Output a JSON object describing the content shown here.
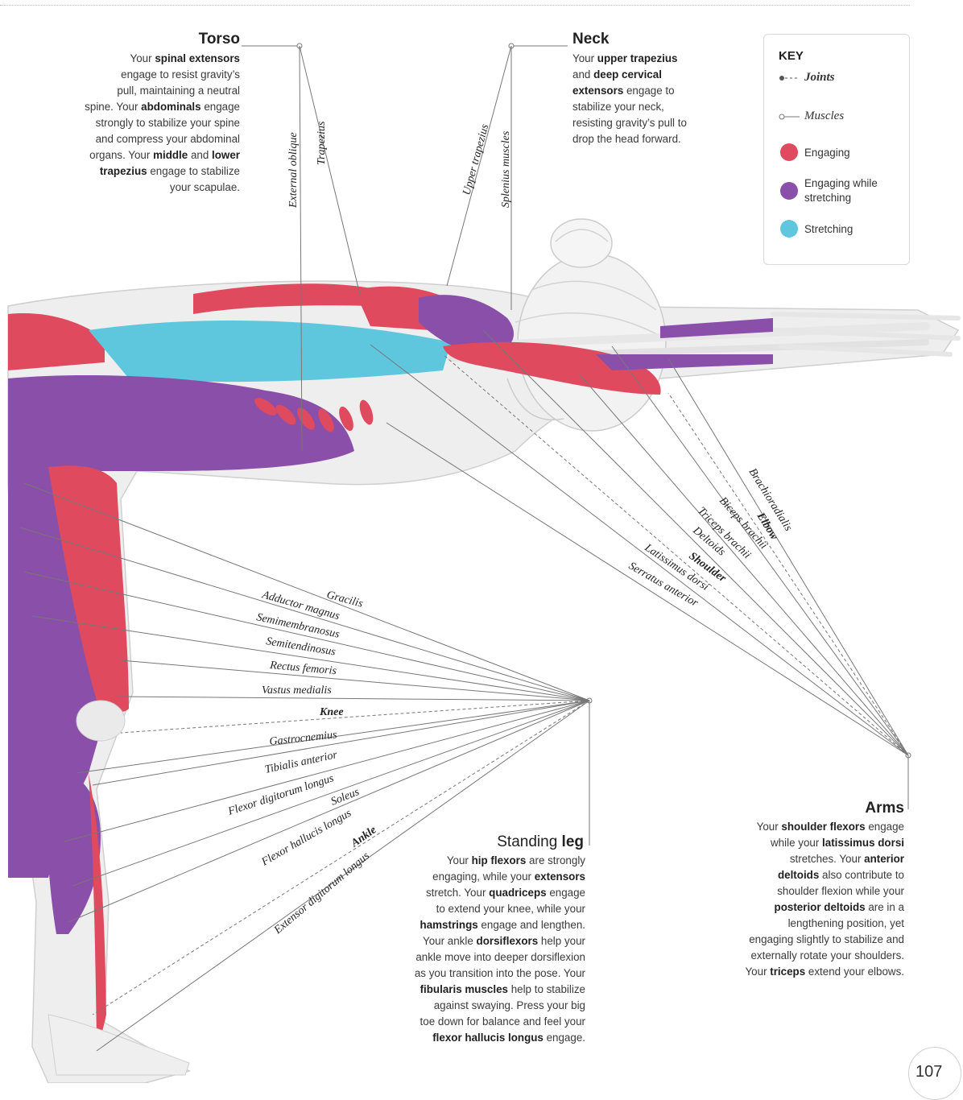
{
  "page_number": "107",
  "key": {
    "title": "KEY",
    "joints_label": "Joints",
    "muscles_label": "Muscles",
    "engaging_label": "Engaging",
    "engaging_stretching_line1": "Engaging while",
    "engaging_stretching_line2": "stretching",
    "stretching_label": "Stretching",
    "colors": {
      "engaging": "#e04a5f",
      "engaging_stretching": "#8a4fa8",
      "stretching": "#5fc7dd"
    }
  },
  "torso": {
    "title": "Torso",
    "lines": [
      [
        {
          "t": "Your "
        },
        {
          "t": "spinal extensors",
          "b": true
        }
      ],
      [
        {
          "t": "engage to resist gravity’s"
        }
      ],
      [
        {
          "t": "pull, maintaining a neutral"
        }
      ],
      [
        {
          "t": "spine. Your "
        },
        {
          "t": "abdominals",
          "b": true
        },
        {
          "t": " engage"
        }
      ],
      [
        {
          "t": "strongly to stabilize your spine"
        }
      ],
      [
        {
          "t": "and compress your abdominal"
        }
      ],
      [
        {
          "t": "organs. Your "
        },
        {
          "t": "middle",
          "b": true
        },
        {
          "t": " and "
        },
        {
          "t": "lower",
          "b": true
        }
      ],
      [
        {
          "t": "trapezius",
          "b": true
        },
        {
          "t": " engage to stabilize"
        }
      ],
      [
        {
          "t": "your scapulae."
        }
      ]
    ]
  },
  "neck": {
    "title": "Neck",
    "lines": [
      [
        {
          "t": "Your "
        },
        {
          "t": "upper trapezius",
          "b": true
        }
      ],
      [
        {
          "t": "and "
        },
        {
          "t": "deep cervical",
          "b": true
        }
      ],
      [
        {
          "t": "extensors",
          "b": true
        },
        {
          "t": " engage to"
        }
      ],
      [
        {
          "t": "stabilize your neck,"
        }
      ],
      [
        {
          "t": "resisting gravity’s pull to"
        }
      ],
      [
        {
          "t": "drop the head forward."
        }
      ]
    ]
  },
  "arms": {
    "title": "Arms",
    "lines": [
      [
        {
          "t": "Your "
        },
        {
          "t": "shoulder flexors",
          "b": true
        },
        {
          "t": " engage"
        }
      ],
      [
        {
          "t": "while your "
        },
        {
          "t": "latissimus dorsi",
          "b": true
        }
      ],
      [
        {
          "t": "stretches. Your "
        },
        {
          "t": "anterior",
          "b": true
        }
      ],
      [
        {
          "t": "deltoids",
          "b": true
        },
        {
          "t": " also contribute to"
        }
      ],
      [
        {
          "t": "shoulder flexion while your"
        }
      ],
      [
        {
          "t": "posterior deltoids",
          "b": true
        },
        {
          "t": " are in a"
        }
      ],
      [
        {
          "t": "lengthening position, yet"
        }
      ],
      [
        {
          "t": "engaging slightly to stabilize and"
        }
      ],
      [
        {
          "t": "externally rotate your shoulders."
        }
      ],
      [
        {
          "t": "Your "
        },
        {
          "t": "triceps",
          "b": true
        },
        {
          "t": " extend your elbows."
        }
      ]
    ]
  },
  "leg": {
    "title_light": "Standing ",
    "title_bold": "leg",
    "lines": [
      [
        {
          "t": "Your "
        },
        {
          "t": "hip flexors",
          "b": true
        },
        {
          "t": " are strongly"
        }
      ],
      [
        {
          "t": "engaging, while your "
        },
        {
          "t": "extensors",
          "b": true
        }
      ],
      [
        {
          "t": "stretch. Your "
        },
        {
          "t": "quadriceps",
          "b": true
        },
        {
          "t": " engage"
        }
      ],
      [
        {
          "t": "to extend your knee, while your"
        }
      ],
      [
        {
          "t": "hamstrings",
          "b": true
        },
        {
          "t": " engage and lengthen."
        }
      ],
      [
        {
          "t": "Your ankle "
        },
        {
          "t": "dorsiflexors",
          "b": true
        },
        {
          "t": " help your"
        }
      ],
      [
        {
          "t": "ankle move into deeper dorsiflexion"
        }
      ],
      [
        {
          "t": "as you transition into the pose. Your"
        }
      ],
      [
        {
          "t": "fibularis muscles",
          "b": true
        },
        {
          "t": " help to stabilize"
        }
      ],
      [
        {
          "t": "against swaying. Press your big"
        }
      ],
      [
        {
          "t": "toe down for balance and feel your"
        }
      ],
      [
        {
          "t": "flexor hallucis longus",
          "b": true
        },
        {
          "t": " engage."
        }
      ]
    ]
  },
  "labels": {
    "external_oblique": "External oblique",
    "trapezius": "Trapezius",
    "upper_trapezius": "Upper trapezius",
    "splenius_muscles": "Splenius muscles",
    "brachioradialis": "Brachioradialis",
    "elbow": "Elbow",
    "biceps_brachii": "Biceps brachii",
    "triceps_brachii": "Triceps brachii",
    "deltoids": "Deltoids",
    "shoulder": "Shoulder",
    "latissimus_dorsi": "Latissimus dorsi",
    "serratus_anterior": "Serratus anterior",
    "gracilis": "Gracilis",
    "adductor_magnus": "Adductor magnus",
    "semimembranosus": "Semimembranosus",
    "semitendinosus": "Semitendinosus",
    "rectus_femoris": "Rectus femoris",
    "vastus_medialis": "Vastus medialis",
    "knee": "Knee",
    "gastrocnemius": "Gastrocnemius",
    "tibialis_anterior": "Tibialis anterior",
    "flexor_digitorum_longus": "Flexor digitorum longus",
    "soleus": "Soleus",
    "flexor_hallucis_longus": "Flexor hallucis longus",
    "ankle": "Ankle",
    "extensor_digitorum_longus": "Extensor digitorum longus"
  }
}
